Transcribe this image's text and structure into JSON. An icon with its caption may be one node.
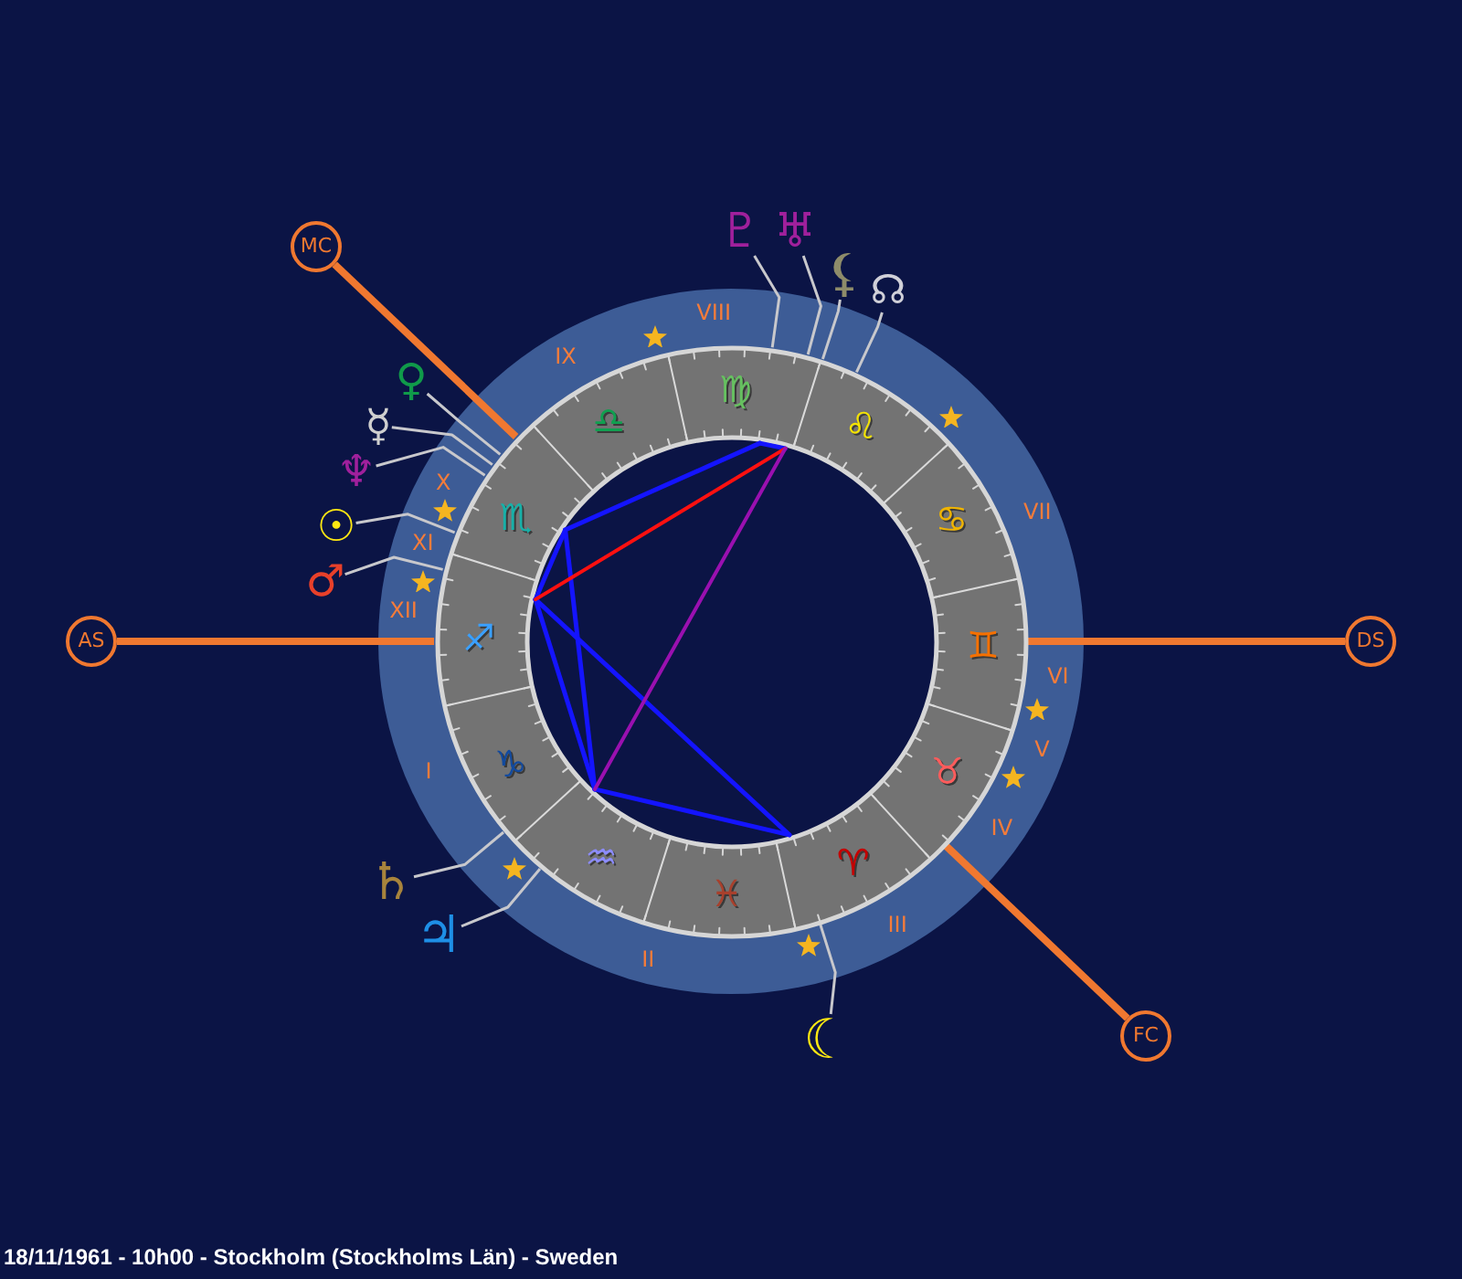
{
  "diagram": {
    "caption": "18/11/1961 - 10h00 - Stockholm (Stockholms Län) - Sweden",
    "nodes": [
      {
        "text": [
          "MC"
        ]
      },
      {
        "text": [
          "♇"
        ]
      },
      {
        "text": [
          "♅"
        ]
      },
      {
        "text": [
          "⚸"
        ]
      },
      {
        "text": [
          "☊"
        ]
      },
      {
        "text": [
          "♀"
        ]
      },
      {
        "text": [
          "☿"
        ]
      },
      {
        "text": [
          "♆"
        ]
      },
      {
        "text": [
          "☉"
        ]
      },
      {
        "text": [
          "♂"
        ]
      },
      {
        "text": [
          "AS"
        ]
      },
      {
        "text": [
          "DS"
        ]
      },
      {
        "text": [
          "♄"
        ]
      },
      {
        "text": [
          "♃"
        ]
      },
      {
        "text": [
          "☾"
        ]
      },
      {
        "text": [
          "FC"
        ]
      },
      {
        "text": [],
        "shape": "circle"
      }
    ],
    "edges": [
      {
        "from": 0,
        "to": 16,
        "arrow": "none",
        "style": "thick",
        "color": "#f07830"
      },
      {
        "from": 1,
        "to": 16,
        "arrow": "none"
      },
      {
        "from": 2,
        "to": 16,
        "arrow": "none"
      },
      {
        "from": 3,
        "to": 16,
        "arrow": "none"
      },
      {
        "from": 4,
        "to": 16,
        "arrow": "none"
      },
      {
        "from": 5,
        "to": 16,
        "arrow": "none"
      },
      {
        "from": 6,
        "to": 16,
        "arrow": "none"
      },
      {
        "from": 7,
        "to": 16,
        "arrow": "none"
      },
      {
        "from": 8,
        "to": 16,
        "arrow": "none"
      },
      {
        "from": 9,
        "to": 16,
        "arrow": "none"
      },
      {
        "from": 10,
        "to": 16,
        "arrow": "none",
        "style": "thick",
        "color": "#f07830"
      },
      {
        "from": 11,
        "to": 16,
        "arrow": "none",
        "style": "thick",
        "color": "#f07830"
      },
      {
        "from": 12,
        "to": 16,
        "arrow": "none"
      },
      {
        "from": 13,
        "to": 16,
        "arrow": "none"
      },
      {
        "from": 14,
        "to": 16,
        "arrow": "none"
      },
      {
        "from": 15,
        "to": 16,
        "arrow": "none",
        "style": "thick",
        "color": "#f07830"
      }
    ],
    "labels": [
      "VIII",
      "IX",
      "♍",
      "♎",
      "♌",
      "X",
      "♏",
      "♋",
      "VII",
      "XI",
      "XII",
      "♐",
      "♊",
      "VI",
      "V",
      "I",
      "♑",
      "♉",
      "IV",
      "♒",
      "♈",
      "♓",
      "III",
      "II"
    ]
  }
}
